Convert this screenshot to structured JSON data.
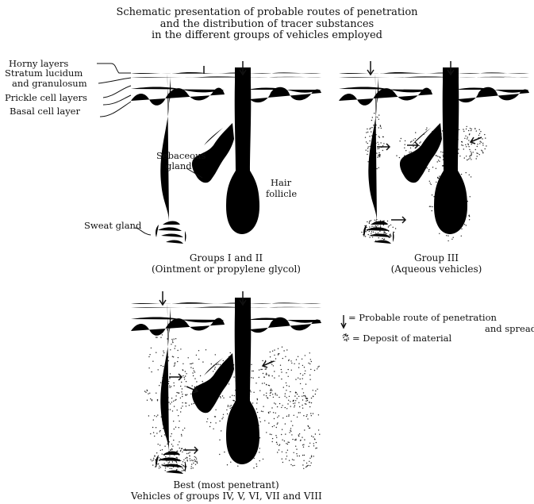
{
  "title": {
    "line1": "Schematic presentation of probable routes of penetration",
    "line2": "and the distribution of tracer substances",
    "line3": "in the different groups of vehicles employed"
  },
  "labels": {
    "horny": "Horny layers",
    "stratum1": "Stratum lucidum",
    "stratum2": "and granulosum",
    "prickle": "Prickle cell layers",
    "basal": "Basal cell layer",
    "sebaceous1": "Sebaceous",
    "sebaceous2": "gland",
    "hair1": "Hair",
    "hair2": "follicle",
    "sweat": "Sweat gland"
  },
  "captions": {
    "p1_line1": "Groups I and II",
    "p1_line2": "(Ointment or propylene glycol)",
    "p2_line1": "Group III",
    "p2_line2": "(Aqueous vehicles)",
    "p3_line1": "Best (most penetrant)",
    "p3_line2": "Vehicles of groups  IV, V, VI, VII and VIII"
  },
  "legend": {
    "route1": "= Probable route of penetration",
    "route2": "and spread",
    "deposit": "= Deposit of material"
  },
  "colors": {
    "ink": "#111111",
    "paper": "#ffffff"
  }
}
